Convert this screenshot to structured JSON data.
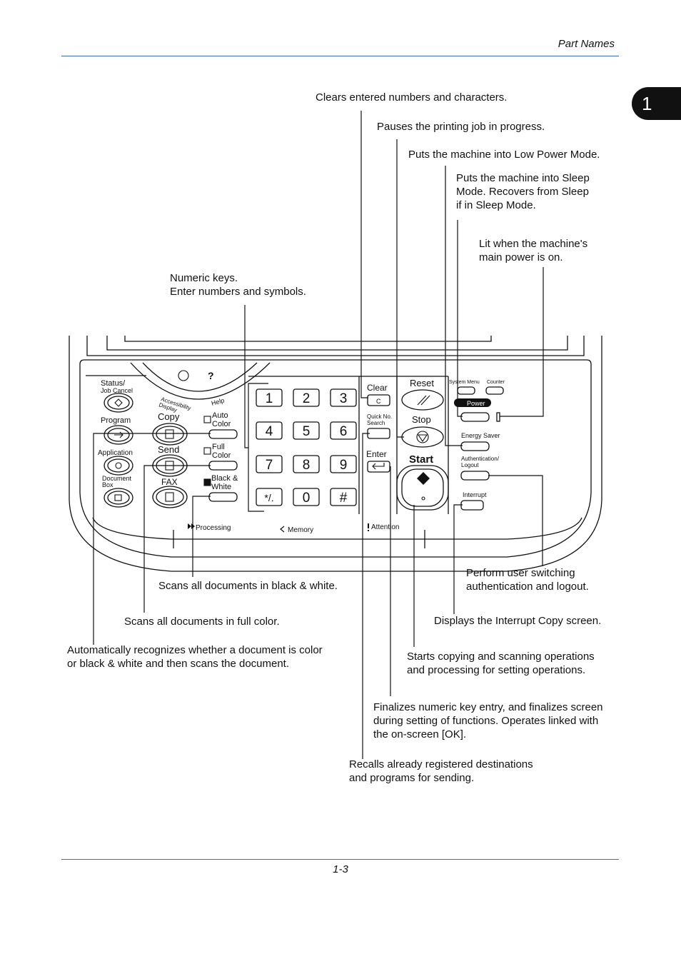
{
  "header": {
    "section_title": "Part Names"
  },
  "chapter_tab": "1",
  "footer": {
    "page_number": "1-3"
  },
  "callouts": {
    "clear": "Clears entered numbers and characters.",
    "stop": "Pauses the printing job in progress.",
    "energy_saver": "Puts the machine into Low Power Mode.",
    "power": [
      "Puts the machine into Sleep",
      "Mode. Recovers from Sleep",
      "if in Sleep Mode."
    ],
    "main_power": [
      "Lit when the machine's",
      "main power is on."
    ],
    "numeric": [
      "Numeric keys.",
      "Enter numbers and symbols."
    ],
    "black_white": "Scans all documents in black & white.",
    "full_color": "Scans all documents in full color.",
    "auto_color": [
      "Automatically recognizes whether a document is color",
      "or black & white and then scans the document."
    ],
    "authentication": [
      "Perform user switching",
      "authentication and logout."
    ],
    "interrupt": "Displays the Interrupt Copy screen.",
    "start": [
      "Starts copying and scanning operations",
      "and processing for setting operations."
    ],
    "enter": [
      "Finalizes numeric key entry, and finalizes screen",
      "during setting of functions. Operates linked with",
      "the on-screen [OK]."
    ],
    "quick_search": [
      "Recalls already registered destinations",
      "and programs for sending."
    ]
  },
  "panel": {
    "status_line1": "Status/",
    "status_line2": "Job Cancel",
    "program": "Program",
    "application": "Application",
    "document_box_line1": "Document",
    "document_box_line2": "Box",
    "copy": "Copy",
    "send": "Send",
    "fax": "FAX",
    "accessibility_line1": "Accessibility",
    "accessibility_line2": "Display",
    "help": "Help",
    "help_glyph": "?",
    "auto_color_line1": "Auto",
    "auto_color_line2": "Color",
    "full_color_line1": "Full",
    "full_color_line2": "Color",
    "bw_line1": "Black &",
    "bw_line2": "White",
    "keys": [
      "1",
      "2",
      "3",
      "4",
      "5",
      "6",
      "7",
      "8",
      "9",
      "*/.",
      "0",
      "#"
    ],
    "clear": "Clear",
    "clear_key": "C",
    "quick_line1": "Quick No.",
    "quick_line2": "Search",
    "enter": "Enter",
    "reset": "Reset",
    "stop": "Stop",
    "start": "Start",
    "system_menu": "System Menu",
    "counter": "Counter",
    "power": "Power",
    "energy_saver": "Energy Saver",
    "auth_line1": "Authentication/",
    "auth_line2": "Logout",
    "interrupt": "Interrupt",
    "processing": "Processing",
    "memory": "Memory",
    "attention": "Attention"
  }
}
